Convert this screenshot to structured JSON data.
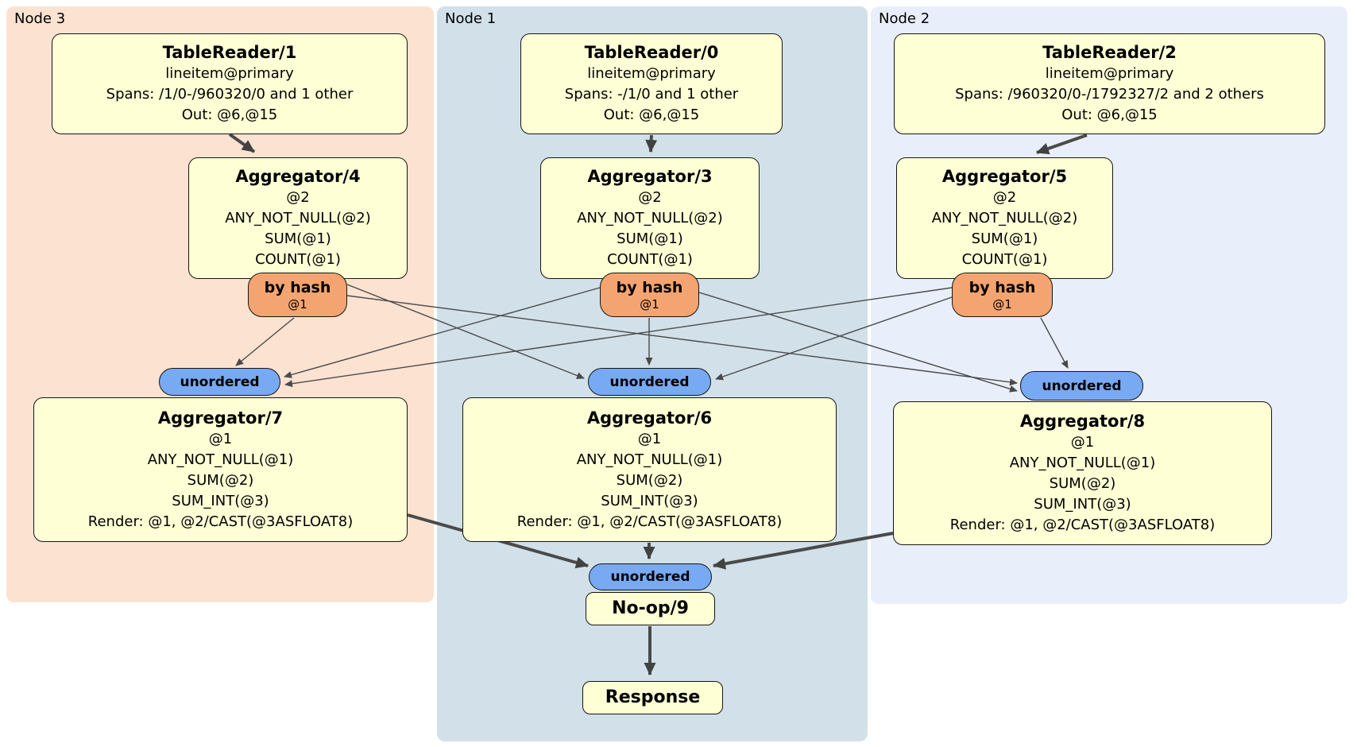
{
  "groups": [
    {
      "label": "Node 3",
      "table_reader": {
        "title": "TableReader/1",
        "lines": [
          "lineitem@primary",
          "Spans: /1/0-/960320/0 and 1 other",
          "Out: @6,@15"
        ]
      },
      "agg_top": {
        "title": "Aggregator/4",
        "lines": [
          "@2",
          "ANY_NOT_NULL(@2)",
          "SUM(@1)",
          "COUNT(@1)"
        ]
      },
      "router": {
        "title": "by hash",
        "arg": "@1"
      },
      "sync_label": "unordered",
      "agg_bottom": {
        "title": "Aggregator/7",
        "lines": [
          "@1",
          "ANY_NOT_NULL(@1)",
          "SUM(@2)",
          "SUM_INT(@3)",
          "Render: @1, @2/CAST(@3ASFLOAT8)"
        ]
      }
    },
    {
      "label": "Node 1",
      "table_reader": {
        "title": "TableReader/0",
        "lines": [
          "lineitem@primary",
          "Spans: -/1/0 and 1 other",
          "Out: @6,@15"
        ]
      },
      "agg_top": {
        "title": "Aggregator/3",
        "lines": [
          "@2",
          "ANY_NOT_NULL(@2)",
          "SUM(@1)",
          "COUNT(@1)"
        ]
      },
      "router": {
        "title": "by hash",
        "arg": "@1"
      },
      "sync_label": "unordered",
      "agg_bottom": {
        "title": "Aggregator/6",
        "lines": [
          "@1",
          "ANY_NOT_NULL(@1)",
          "SUM(@2)",
          "SUM_INT(@3)",
          "Render: @1, @2/CAST(@3ASFLOAT8)"
        ]
      }
    },
    {
      "label": "Node 2",
      "table_reader": {
        "title": "TableReader/2",
        "lines": [
          "lineitem@primary",
          "Spans: /960320/0-/1792327/2 and 2 others",
          "Out: @6,@15"
        ]
      },
      "agg_top": {
        "title": "Aggregator/5",
        "lines": [
          "@2",
          "ANY_NOT_NULL(@2)",
          "SUM(@1)",
          "COUNT(@1)"
        ]
      },
      "router": {
        "title": "by hash",
        "arg": "@1"
      },
      "sync_label": "unordered",
      "agg_bottom": {
        "title": "Aggregator/8",
        "lines": [
          "@1",
          "ANY_NOT_NULL(@1)",
          "SUM(@2)",
          "SUM_INT(@3)",
          "Render: @1, @2/CAST(@3ASFLOAT8)"
        ]
      }
    }
  ],
  "final": {
    "sync_label": "unordered",
    "noop_title": "No-op/9",
    "response_title": "Response"
  },
  "colors": {
    "node3_bg": "#fbe2d1",
    "node1_bg": "#d2e0e9",
    "node2_bg": "#e9effa",
    "box_bg": "#ffffd6",
    "router_bg": "#f4a470",
    "sync_bg": "#78a9f3",
    "edge": "#4a4a4a"
  }
}
